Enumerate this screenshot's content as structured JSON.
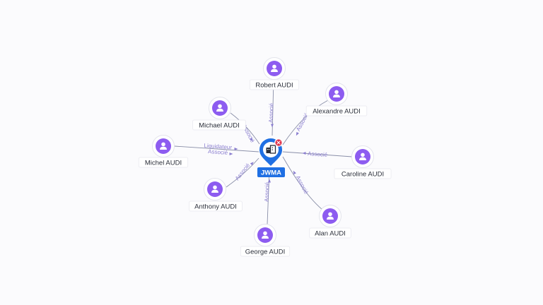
{
  "center": {
    "label": "JWMA",
    "icon": "building-icon",
    "badge_icon": "close-icon",
    "color": "#1f6fe3",
    "badge_color": "#e0334b"
  },
  "person_color": "#8d5cf0",
  "people": [
    {
      "id": "robert",
      "name": "Robert AUDI",
      "relations": [
        "Associé"
      ]
    },
    {
      "id": "alexandre",
      "name": "Alexandre AUDI",
      "relations": [
        "Associé"
      ]
    },
    {
      "id": "michael",
      "name": "Michael AUDI",
      "relations": [
        "Associé"
      ]
    },
    {
      "id": "michel",
      "name": "Michel AUDI",
      "relations": [
        "Liquidateur",
        "Associé"
      ]
    },
    {
      "id": "caroline",
      "name": "Caroline AUDI",
      "relations": [
        "Associé"
      ]
    },
    {
      "id": "anthony",
      "name": "Anthony AUDI",
      "relations": [
        "Associé"
      ]
    },
    {
      "id": "alan",
      "name": "Alan AUDI",
      "relations": [
        "Associé"
      ]
    },
    {
      "id": "george",
      "name": "George AUDI",
      "relations": [
        "Associé"
      ]
    }
  ]
}
